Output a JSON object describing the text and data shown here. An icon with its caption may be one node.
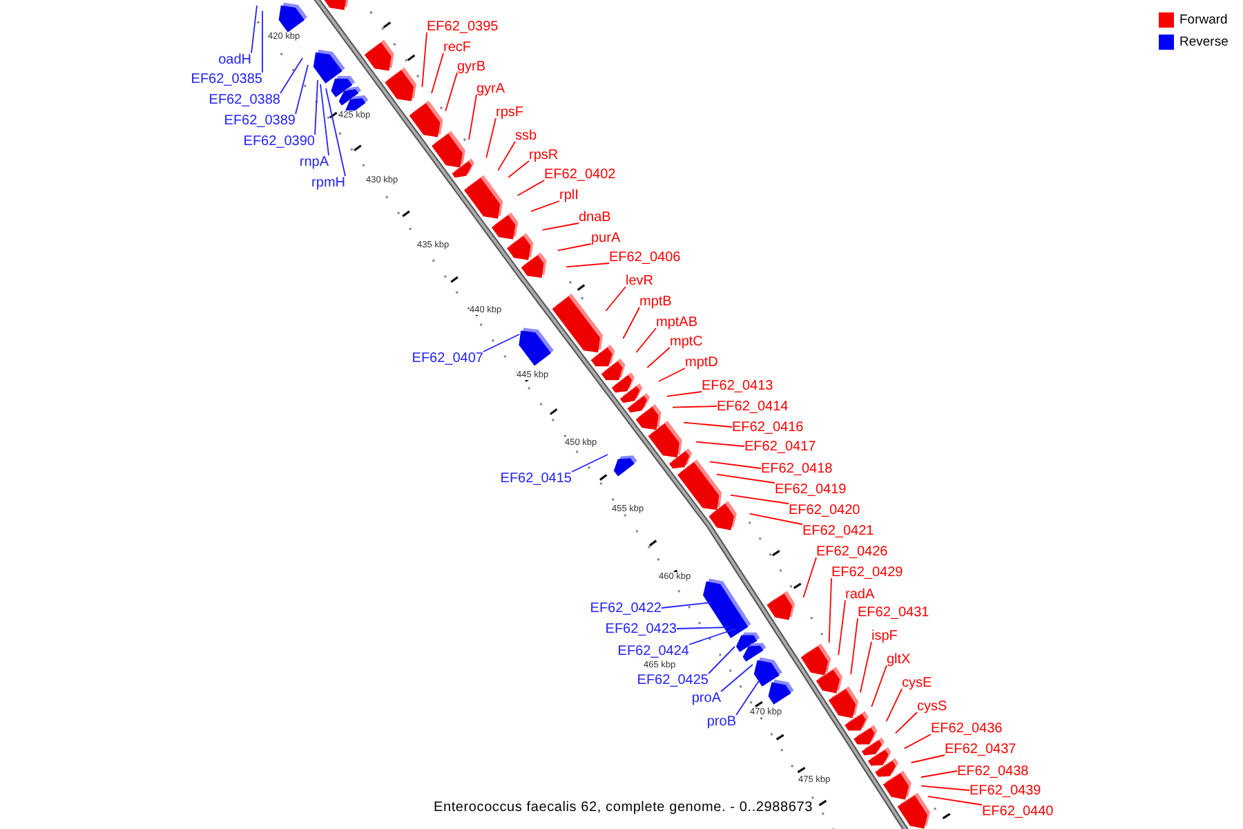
{
  "diagram": {
    "caption": "Enterococcus faecalis 62, complete genome. - 0..2988673",
    "nodes": [
      {
        "text": [
          "EF62_0395"
        ]
      },
      {
        "text": [
          "recF"
        ]
      },
      {
        "text": [
          "oadH"
        ]
      },
      {
        "text": [
          "gyrB"
        ]
      },
      {
        "text": [
          "EF62_0385"
        ]
      },
      {
        "text": [
          "gyrA"
        ]
      },
      {
        "text": [
          "EF62_0388"
        ]
      },
      {
        "text": [
          "rpsF"
        ]
      },
      {
        "text": [
          "EF62_0389"
        ]
      },
      {
        "text": [
          "ssb"
        ]
      },
      {
        "text": [
          "EF62_0390"
        ]
      },
      {
        "text": [
          "rpsR"
        ]
      },
      {
        "text": [
          "rnpA"
        ]
      },
      {
        "text": [
          "EF62_0402"
        ]
      },
      {
        "text": [
          "rpmH"
        ]
      },
      {
        "text": [
          "rplI"
        ]
      },
      {
        "text": [
          "dnaB"
        ]
      },
      {
        "text": [
          "purA"
        ]
      },
      {
        "text": [
          "EF62_0406"
        ]
      },
      {
        "text": [
          "levR"
        ]
      },
      {
        "text": [
          "mptB"
        ]
      },
      {
        "text": [
          "mptAB"
        ]
      },
      {
        "text": [
          "mptC"
        ]
      },
      {
        "text": [
          "EF62_0407"
        ]
      },
      {
        "text": [
          "mptD"
        ]
      },
      {
        "text": [
          "EF62_0413"
        ]
      },
      {
        "text": [
          "EF62_0414"
        ]
      },
      {
        "text": [
          "EF62_0416"
        ]
      },
      {
        "text": [
          "EF62_0417"
        ]
      },
      {
        "text": [
          "EF62_0418"
        ]
      },
      {
        "text": [
          "EF62_0415"
        ]
      },
      {
        "text": [
          "EF62_0419"
        ]
      },
      {
        "text": [
          "EF62_0420"
        ]
      },
      {
        "text": [
          "EF62_0421"
        ]
      },
      {
        "text": [
          "EF62_0426"
        ]
      },
      {
        "text": [
          "EF62_0429"
        ]
      },
      {
        "text": [
          "radA"
        ]
      },
      {
        "text": [
          "EF62_0422"
        ]
      },
      {
        "text": [
          "EF62_0431"
        ]
      },
      {
        "text": [
          "EF62_0423"
        ]
      },
      {
        "text": [
          "ispF"
        ]
      },
      {
        "text": [
          "EF62_0424"
        ]
      },
      {
        "text": [
          "gltX"
        ]
      },
      {
        "text": [
          "EF62_0425"
        ]
      },
      {
        "text": [
          "cysE"
        ]
      },
      {
        "text": [
          "proA"
        ]
      },
      {
        "text": [
          "cysS"
        ]
      },
      {
        "text": [
          "proB"
        ]
      },
      {
        "text": [
          "EF62_0436"
        ]
      },
      {
        "text": [
          "EF62_0437"
        ]
      },
      {
        "text": [
          "EF62_0438"
        ]
      },
      {
        "text": [
          "EF62_0439"
        ]
      },
      {
        "text": [
          "EF62_0440"
        ]
      }
    ],
    "edges": [
      {
        "from": 0,
        "to": null,
        "arrow": "none"
      },
      {
        "from": 1,
        "to": null,
        "arrow": "none"
      },
      {
        "from": 2,
        "to": null,
        "arrow": "none",
        "color": "#2222ff"
      },
      {
        "from": 3,
        "to": null,
        "arrow": "none"
      },
      {
        "from": 4,
        "to": null,
        "arrow": "none",
        "color": "#2222ff"
      },
      {
        "from": 5,
        "to": null,
        "arrow": "none"
      },
      {
        "from": 6,
        "to": null,
        "arrow": "none",
        "color": "#2222ff"
      },
      {
        "from": 7,
        "to": null,
        "arrow": "none"
      },
      {
        "from": 8,
        "to": null,
        "arrow": "none",
        "color": "#2222ff"
      },
      {
        "from": 9,
        "to": null,
        "arrow": "none"
      },
      {
        "from": 10,
        "to": null,
        "arrow": "none",
        "color": "#2222ff"
      },
      {
        "from": 11,
        "to": null,
        "arrow": "none"
      },
      {
        "from": 12,
        "to": null,
        "arrow": "none",
        "color": "#2222ff"
      },
      {
        "from": 13,
        "to": null,
        "arrow": "none"
      },
      {
        "from": 14,
        "to": null,
        "arrow": "none",
        "color": "#2222ff"
      },
      {
        "from": 15,
        "to": null,
        "arrow": "none"
      },
      {
        "from": 16,
        "to": null,
        "arrow": "none"
      },
      {
        "from": 17,
        "to": null,
        "arrow": "none"
      },
      {
        "from": 18,
        "to": null,
        "arrow": "none"
      },
      {
        "from": 19,
        "to": null,
        "arrow": "none"
      },
      {
        "from": 20,
        "to": null,
        "arrow": "none"
      },
      {
        "from": 21,
        "to": null,
        "arrow": "none"
      },
      {
        "from": 22,
        "to": null,
        "arrow": "none"
      },
      {
        "from": 23,
        "to": null,
        "arrow": "none",
        "color": "#2222ff"
      },
      {
        "from": 24,
        "to": null,
        "arrow": "none"
      },
      {
        "from": 25,
        "to": null,
        "arrow": "none"
      },
      {
        "from": 26,
        "to": null,
        "arrow": "none"
      },
      {
        "from": 27,
        "to": null,
        "arrow": "none"
      },
      {
        "from": 28,
        "to": null,
        "arrow": "none"
      },
      {
        "from": 29,
        "to": null,
        "arrow": "none"
      },
      {
        "from": 30,
        "to": null,
        "arrow": "none",
        "color": "#2222ff"
      },
      {
        "from": 31,
        "to": null,
        "arrow": "none"
      },
      {
        "from": 32,
        "to": null,
        "arrow": "none"
      },
      {
        "from": 33,
        "to": null,
        "arrow": "none"
      },
      {
        "from": 34,
        "to": null,
        "arrow": "none"
      },
      {
        "from": 35,
        "to": null,
        "arrow": "none"
      },
      {
        "from": 36,
        "to": null,
        "arrow": "none"
      },
      {
        "from": 37,
        "to": null,
        "arrow": "none",
        "color": "#2222ff"
      },
      {
        "from": 38,
        "to": null,
        "arrow": "none"
      },
      {
        "from": 39,
        "to": null,
        "arrow": "none",
        "color": "#2222ff"
      },
      {
        "from": 40,
        "to": null,
        "arrow": "none"
      },
      {
        "from": 41,
        "to": null,
        "arrow": "none",
        "color": "#2222ff"
      },
      {
        "from": 42,
        "to": null,
        "arrow": "none"
      },
      {
        "from": 43,
        "to": null,
        "arrow": "none",
        "color": "#2222ff"
      },
      {
        "from": 44,
        "to": null,
        "arrow": "none"
      },
      {
        "from": 45,
        "to": null,
        "arrow": "none",
        "color": "#2222ff"
      },
      {
        "from": 46,
        "to": null,
        "arrow": "none"
      },
      {
        "from": 47,
        "to": null,
        "arrow": "none",
        "color": "#2222ff"
      },
      {
        "from": 48,
        "to": null,
        "arrow": "none"
      },
      {
        "from": 49,
        "to": null,
        "arrow": "none"
      },
      {
        "from": 50,
        "to": null,
        "arrow": "none"
      },
      {
        "from": 51,
        "to": null,
        "arrow": "none"
      },
      {
        "from": 52,
        "to": null,
        "arrow": "none"
      }
    ],
    "labels": [
      "420 kbp",
      "425 kbp",
      "430 kbp",
      "435 kbp",
      "440 kbp",
      "445 kbp",
      "450 kbp",
      "455 kbp",
      "460 kbp",
      "465 kbp",
      "470 kbp",
      "475 kbp"
    ],
    "legend": [
      {
        "text": "Forward",
        "color": "#ff0000"
      },
      {
        "text": "Reverse",
        "color": "#0000ff"
      }
    ]
  }
}
